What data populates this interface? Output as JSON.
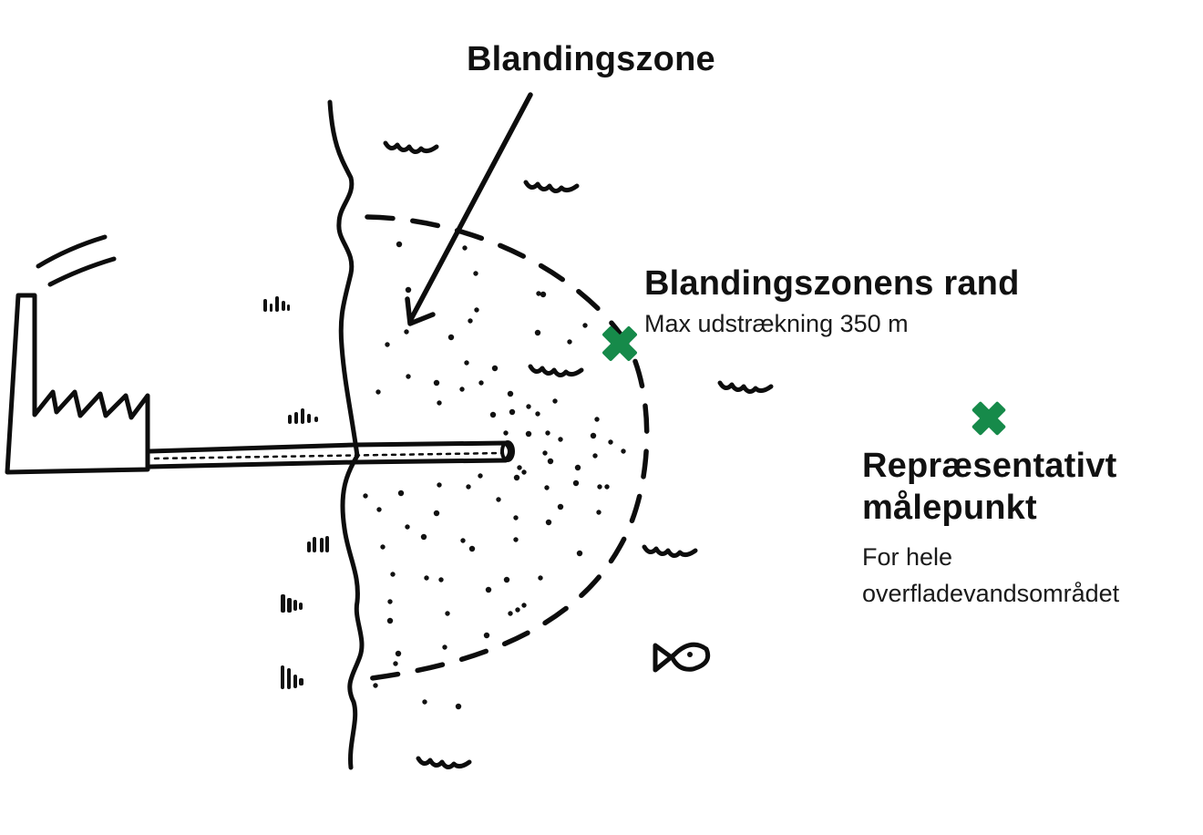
{
  "labels": {
    "mixing_zone": "Blandingszone",
    "zone_edge_title": "Blandingszonens rand",
    "zone_edge_subtitle": "Max udstrækning 350 m",
    "representative_title_line1": "Repræsentativt",
    "representative_title_line2": "målepunkt",
    "representative_subtitle_line1": "For hele",
    "representative_subtitle_line2": "overfladevandsområdet"
  },
  "colors": {
    "marker": "#168a4a",
    "ink": "#0d0d0d",
    "background": "#ffffff"
  },
  "markers": [
    {
      "name": "zone-edge-marker",
      "icon": "green-x-icon"
    },
    {
      "name": "representative-point-marker",
      "icon": "green-x-icon"
    }
  ]
}
